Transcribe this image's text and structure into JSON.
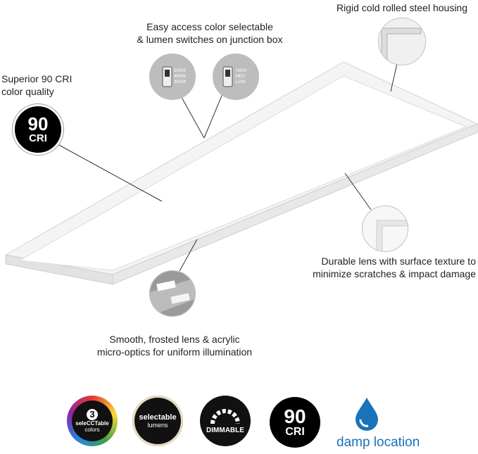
{
  "callouts": {
    "housing": "Rigid cold rolled steel housing",
    "switches_line1": "Easy access color selectable",
    "switches_line2": "& lumen switches on junction box",
    "cri_line1": "Superior 90 CRI",
    "cri_line2": "color quality",
    "lens_line1": "Durable lens with surface texture to",
    "lens_line2": "minimize scratches & impact damage",
    "optics_line1": "Smooth, frosted lens & acrylic",
    "optics_line2": "micro-optics for uniform illumination"
  },
  "switch_cct": {
    "options": [
      "5000K",
      "4000K",
      "3500K"
    ]
  },
  "switch_lumen": {
    "options": [
      "HIGH",
      "MED",
      "LOW"
    ]
  },
  "cri_badge": {
    "number": "90",
    "label": "CRI"
  },
  "features": {
    "selectcct": {
      "number": "3",
      "name": "seleCCTable",
      "sub": "colors"
    },
    "lumens": {
      "name": "selectable",
      "sub": "lumens"
    },
    "dimmable": {
      "name": "DIMMABLE"
    },
    "cri": {
      "number": "90",
      "label": "CRI"
    },
    "damp": {
      "label": "damp location"
    }
  },
  "colors": {
    "damp_blue": "#1a73b8",
    "badge_black": "#000000"
  }
}
